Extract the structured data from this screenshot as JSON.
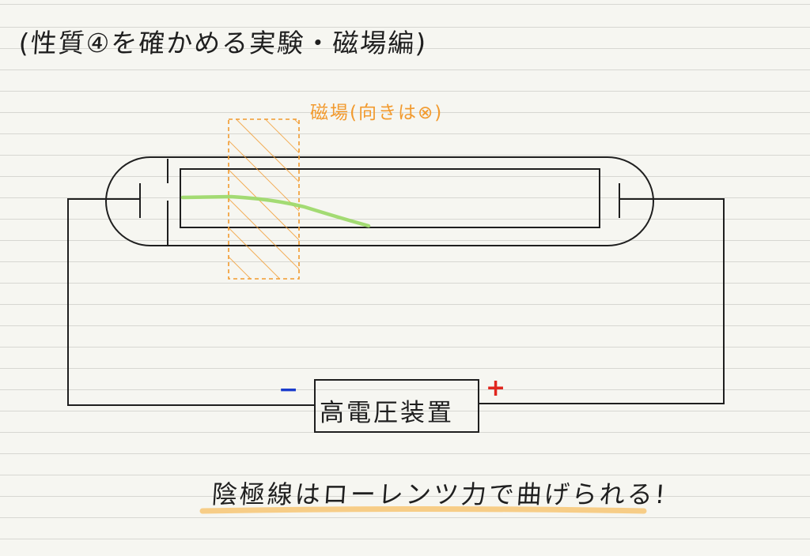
{
  "title": "(性質④を確かめる実験・磁場編)",
  "magnetic_field_label": "磁場(向きは⊗)",
  "power_supply_label": "高電圧装置",
  "negative_sign": "−",
  "positive_sign": "+",
  "conclusion": "陰極線はローレンツ力で曲げられる!",
  "colors": {
    "ink": "#1f1f1f",
    "field": "#f29a2e",
    "beam": "#9ed96b",
    "negative": "#1a3ccc",
    "positive": "#e0261e",
    "highlight": "#f7c97b"
  }
}
